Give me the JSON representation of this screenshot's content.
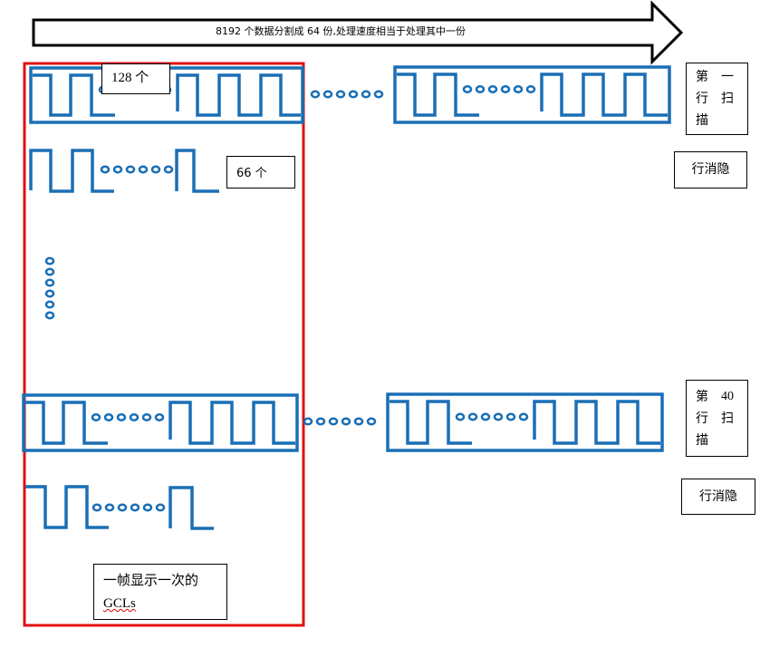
{
  "arrow": {
    "text": "8192 个数据分割成 64 份,处理速度相当于处理其中一份"
  },
  "labels": {
    "count_128": "128 个",
    "count_66": "66 个",
    "frame_line1": "一帧显示一次的",
    "frame_line2": "GCLs"
  },
  "scan_first": {
    "c1": "第",
    "c2": "一",
    "c3": "行",
    "c4": "扫",
    "c5": "描"
  },
  "scan_last": {
    "c1": "第",
    "c2": "40",
    "c3": "行",
    "c4": "扫",
    "c5": "描"
  },
  "blanking": {
    "first": "行消隐",
    "last": "行消隐"
  },
  "colors": {
    "signal": "#1a6fb5",
    "frame": "#e01010",
    "outline": "#000000"
  }
}
